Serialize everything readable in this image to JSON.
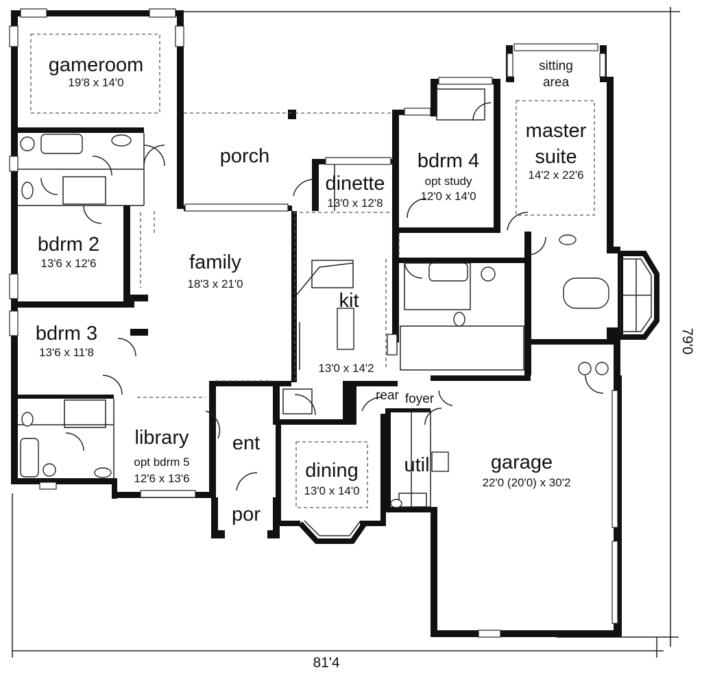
{
  "plan": {
    "overall_width": "81'4",
    "overall_depth": "79'0"
  },
  "rooms": {
    "gameroom": {
      "name": "gameroom",
      "dim": "19'8 x 14'0"
    },
    "porch": {
      "name": "porch"
    },
    "dinette": {
      "name": "dinette",
      "dim": "13'0 x 12'8"
    },
    "bdrm4": {
      "name": "bdrm 4",
      "sub": "opt study",
      "dim": "12'0 x 14'0"
    },
    "sitting": {
      "line1": "sitting",
      "line2": "area"
    },
    "master": {
      "line1": "master",
      "line2": "suite",
      "dim": "14'2 x 22'6"
    },
    "bdrm2": {
      "name": "bdrm 2",
      "dim": "13'6 x 12'6"
    },
    "family": {
      "name": "family",
      "dim": "18'3 x 21'0"
    },
    "kit": {
      "name": "kit",
      "dim": "13'0 x 14'2"
    },
    "bdrm3": {
      "name": "bdrm 3",
      "dim": "13'6 x 11'8"
    },
    "rear_foyer": {
      "line1": "rear",
      "line2": "foyer"
    },
    "library": {
      "name": "library",
      "sub": "opt bdrm 5",
      "dim": "12'6 x 13'6"
    },
    "ent": {
      "name": "ent"
    },
    "dining": {
      "name": "dining",
      "dim": "13'0 x 14'0"
    },
    "util": {
      "name": "util"
    },
    "garage": {
      "name": "garage",
      "dim": "22'0 (20'0) x 30'2"
    },
    "por": {
      "name": "por"
    }
  },
  "icons": [
    "bathtub-icon",
    "toilet-icon",
    "sink-icon",
    "range-icon",
    "door-swing-icon"
  ]
}
